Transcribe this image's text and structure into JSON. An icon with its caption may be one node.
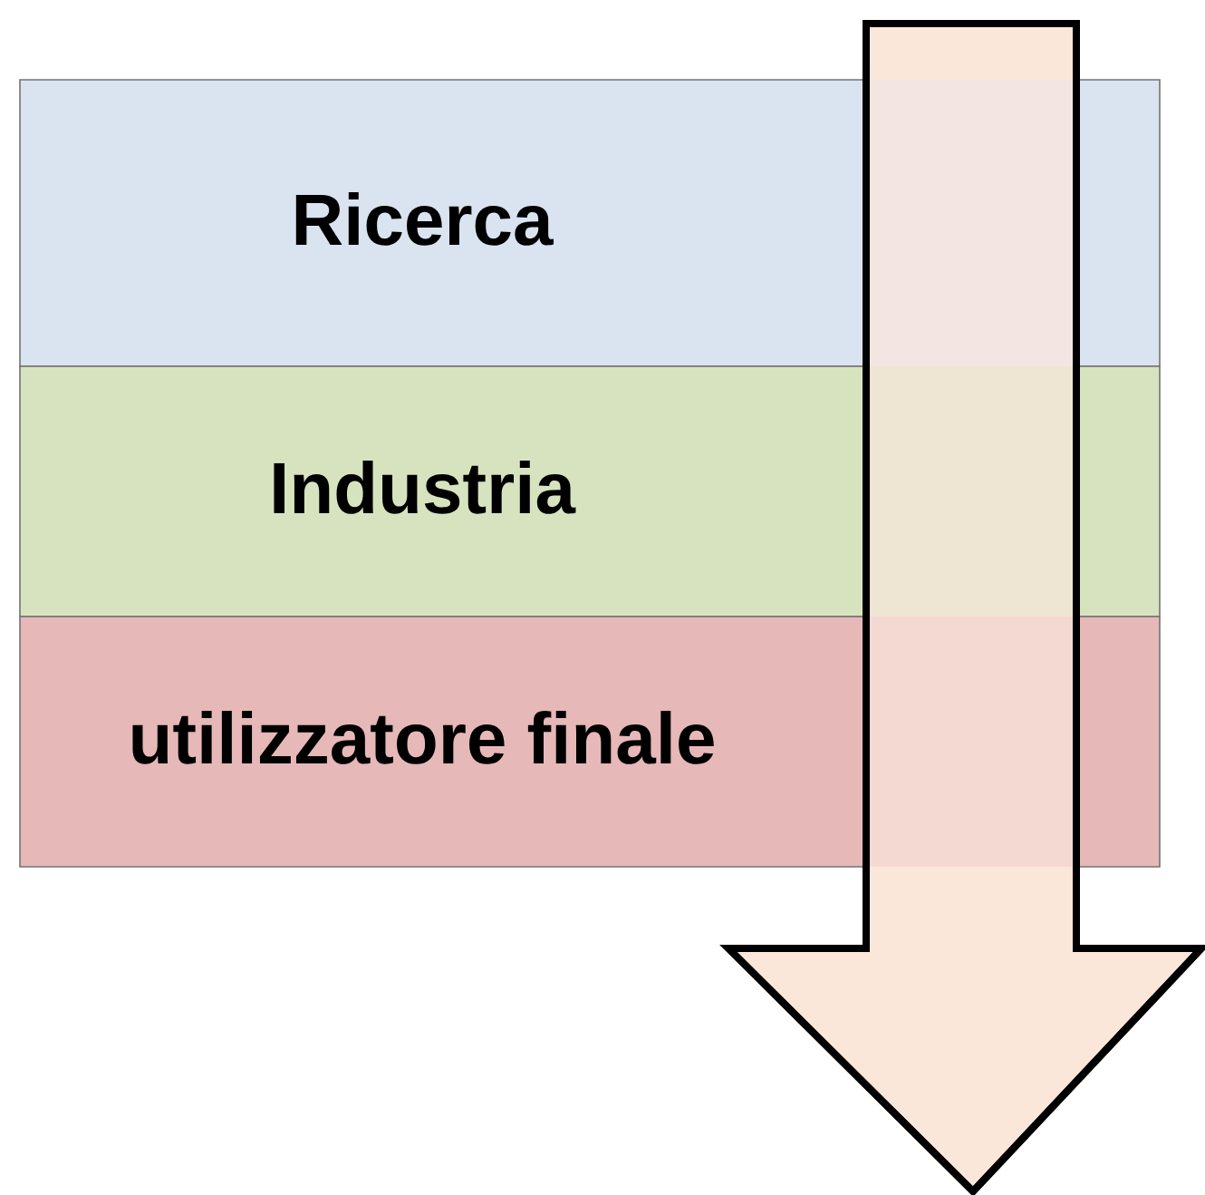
{
  "diagram": {
    "nodes": [
      {
        "text": [
          "Ricerca"
        ]
      },
      {
        "text": [
          "Industria"
        ]
      },
      {
        "text": [
          "utilizzatore finale"
        ]
      }
    ]
  }
}
